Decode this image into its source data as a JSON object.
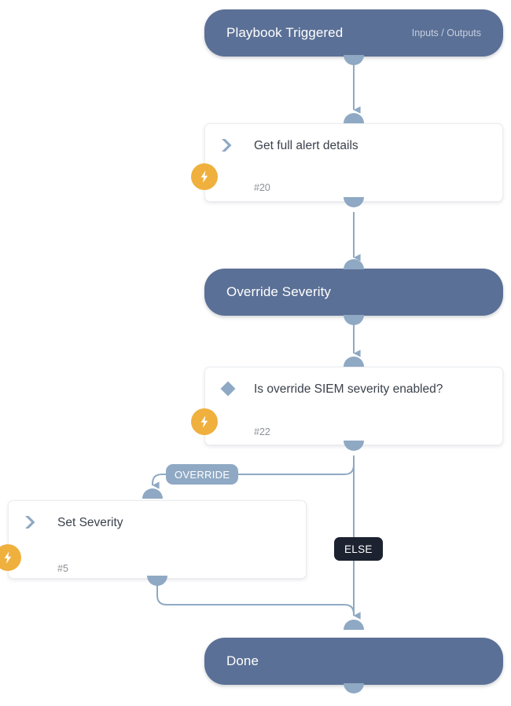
{
  "diagram": {
    "title": "Playbook flow",
    "background": "#ffffff",
    "colors": {
      "stage_fill": "#5b7096",
      "port_fill": "#8fa9c4",
      "edge_stroke": "#8fa9c4",
      "badge_fill": "#efb03e",
      "card_fill": "#ffffff",
      "branch_pill_fill": "#8fa9c4",
      "else_pill_fill": "#1c2230",
      "card_text": "#3b424c",
      "muted_text": "#8b8f96"
    }
  },
  "nodes": {
    "trigger": {
      "type": "stage",
      "title": "Playbook Triggered",
      "aux": "Inputs / Outputs"
    },
    "get_alert": {
      "type": "action",
      "label": "Get full alert details",
      "number": "#20",
      "icon": "chevron-right-icon",
      "badge_icon": "lightning-bolt-icon"
    },
    "override_severity": {
      "type": "stage",
      "title": "Override Severity",
      "aux": ""
    },
    "is_override": {
      "type": "decision",
      "label": "Is override SIEM severity enabled?",
      "number": "#22",
      "icon": "diamond-icon",
      "badge_icon": "lightning-bolt-icon"
    },
    "set_severity": {
      "type": "action",
      "label": "Set Severity",
      "number": "#5",
      "icon": "chevron-right-icon",
      "badge_icon": "lightning-bolt-icon"
    },
    "done": {
      "type": "stage",
      "title": "Done",
      "aux": ""
    }
  },
  "branches": {
    "override": "OVERRIDE",
    "else": "ELSE"
  },
  "edges": [
    {
      "from": "trigger",
      "to": "get_alert",
      "label": ""
    },
    {
      "from": "get_alert",
      "to": "override_severity",
      "label": ""
    },
    {
      "from": "override_severity",
      "to": "is_override",
      "label": ""
    },
    {
      "from": "is_override",
      "to": "set_severity",
      "label": "OVERRIDE"
    },
    {
      "from": "is_override",
      "to": "done",
      "label": "ELSE"
    },
    {
      "from": "set_severity",
      "to": "done",
      "label": ""
    }
  ]
}
